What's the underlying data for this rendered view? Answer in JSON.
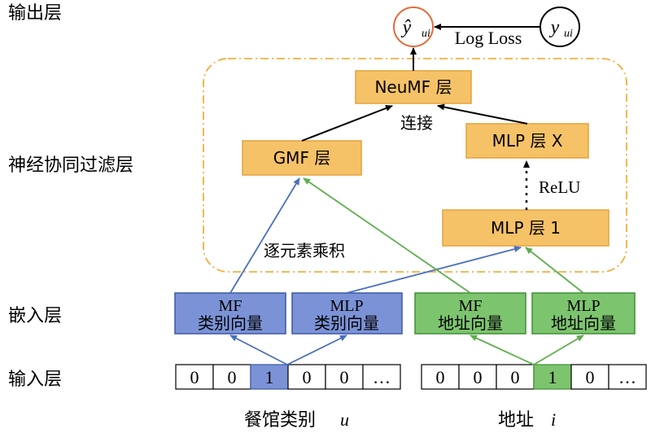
{
  "layers": {
    "output": "输出层",
    "ncf": "神经协同过滤层",
    "embedding": "嵌入层",
    "input": "输入层"
  },
  "output": {
    "pred_symbol": "ŷ",
    "pred_subscript": "ui",
    "target_symbol": "y",
    "target_subscript": "ui",
    "loss_label": "Log Loss"
  },
  "boxes": {
    "neumf": "NeuMF 层",
    "gmf": "GMF 层",
    "mlp_x": "MLP 层 X",
    "mlp_1": "MLP 层 1"
  },
  "edge_labels": {
    "concat": "连接",
    "relu": "ReLU",
    "elementwise": "逐元素乘积"
  },
  "embeddings": {
    "mf_category": {
      "line1": "MF",
      "line2": "类别向量"
    },
    "mlp_category": {
      "line1": "MLP",
      "line2": "类别向量"
    },
    "mf_address": {
      "line1": "MF",
      "line2": "地址向量"
    },
    "mlp_address": {
      "line1": "MLP",
      "line2": "地址向量"
    }
  },
  "inputs": {
    "category_cells": [
      "0",
      "0",
      "1",
      "0",
      "0",
      "…"
    ],
    "address_cells": [
      "0",
      "0",
      "0",
      "1",
      "0",
      "…"
    ],
    "category_label": "餐馆类别",
    "category_var": "u",
    "address_label": "地址",
    "address_var": "i"
  },
  "colors": {
    "box_fill": "#f6c268",
    "box_stroke": "#e3a23a",
    "dash": "#f0b040",
    "blue_fill": "#7b93d6",
    "blue_stroke": "#3a56a8",
    "green_fill": "#7dc46e",
    "green_stroke": "#3e8f35",
    "blue_arrow": "#4a6fc0",
    "green_arrow": "#5fae4e",
    "output_circle": "#e36a3a"
  }
}
